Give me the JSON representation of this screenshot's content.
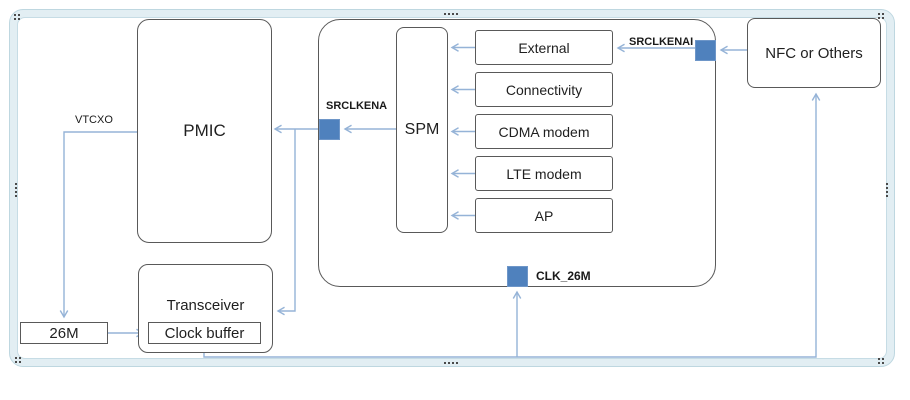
{
  "diagram": {
    "blocks": {
      "pmic": {
        "label": "PMIC"
      },
      "spm": {
        "label": "SPM"
      },
      "transceiver": {
        "label": "Transceiver",
        "sub_label": "Clock buffer"
      },
      "osc": {
        "label": "26M"
      },
      "nfc": {
        "label": "NFC or Others"
      }
    },
    "spm_clients": [
      {
        "label": "External"
      },
      {
        "label": "Connectivity"
      },
      {
        "label": "CDMA modem"
      },
      {
        "label": "LTE modem"
      },
      {
        "label": "AP"
      }
    ],
    "signals": {
      "vtcxo": "VTCXO",
      "srclkena": "SRCLKENA",
      "srclkenai": "SRCLKENAI",
      "clk_26m": "CLK_26M"
    },
    "colors": {
      "pin_fill": "#4f81bd",
      "connector": "#95b3d7",
      "block_border": "#595959",
      "frame_fill": "#e2eef3"
    }
  }
}
